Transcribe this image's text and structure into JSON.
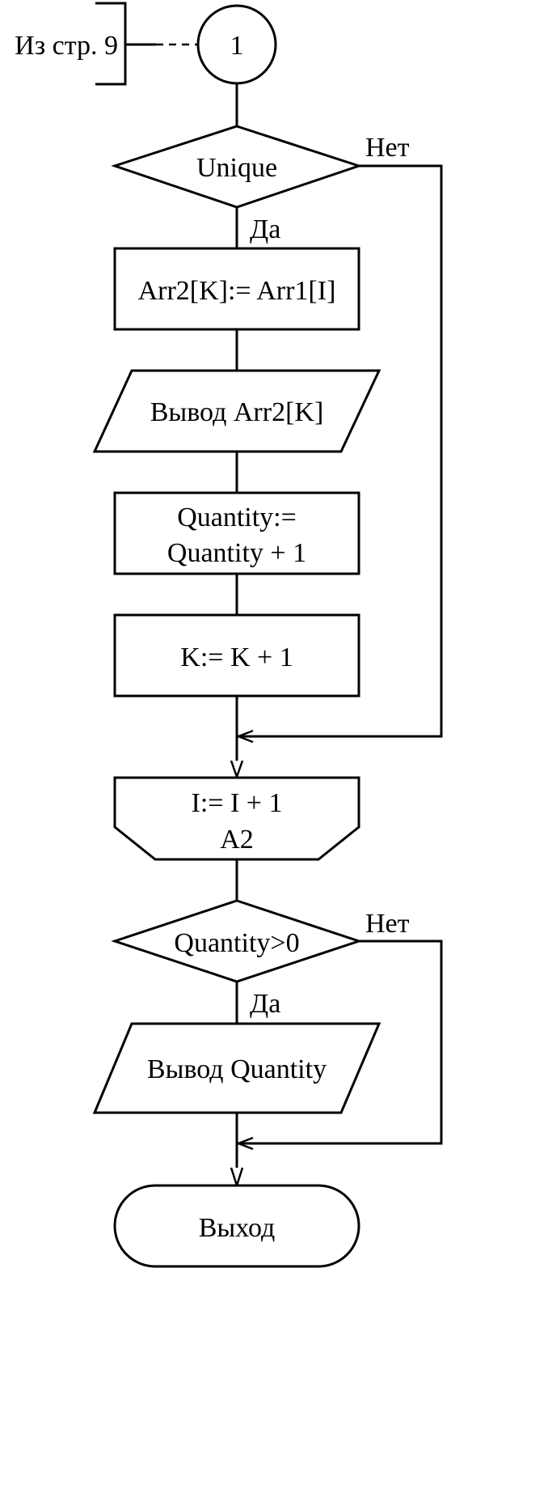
{
  "connector": {
    "label": "1",
    "comment": "Из стр. 9"
  },
  "nodes": {
    "decision_unique": "Unique",
    "assign_arr2": "Arr2[K]:= Arr1[I]",
    "output_arr2": "Вывод Arr2[K]",
    "quantity_line1": "Quantity:=",
    "quantity_line2": "Quantity + 1",
    "increment_k": "K:= K + 1",
    "loop_end_line1": "I:= I + 1",
    "loop_end_line2": "A2",
    "decision_quantity": "Quantity>0",
    "output_quantity": "Вывод Quantity",
    "terminator_exit": "Выход"
  },
  "labels": {
    "unique_no": "Нет",
    "unique_yes": "Да",
    "quantity_no": "Нет",
    "quantity_yes": "Да"
  }
}
